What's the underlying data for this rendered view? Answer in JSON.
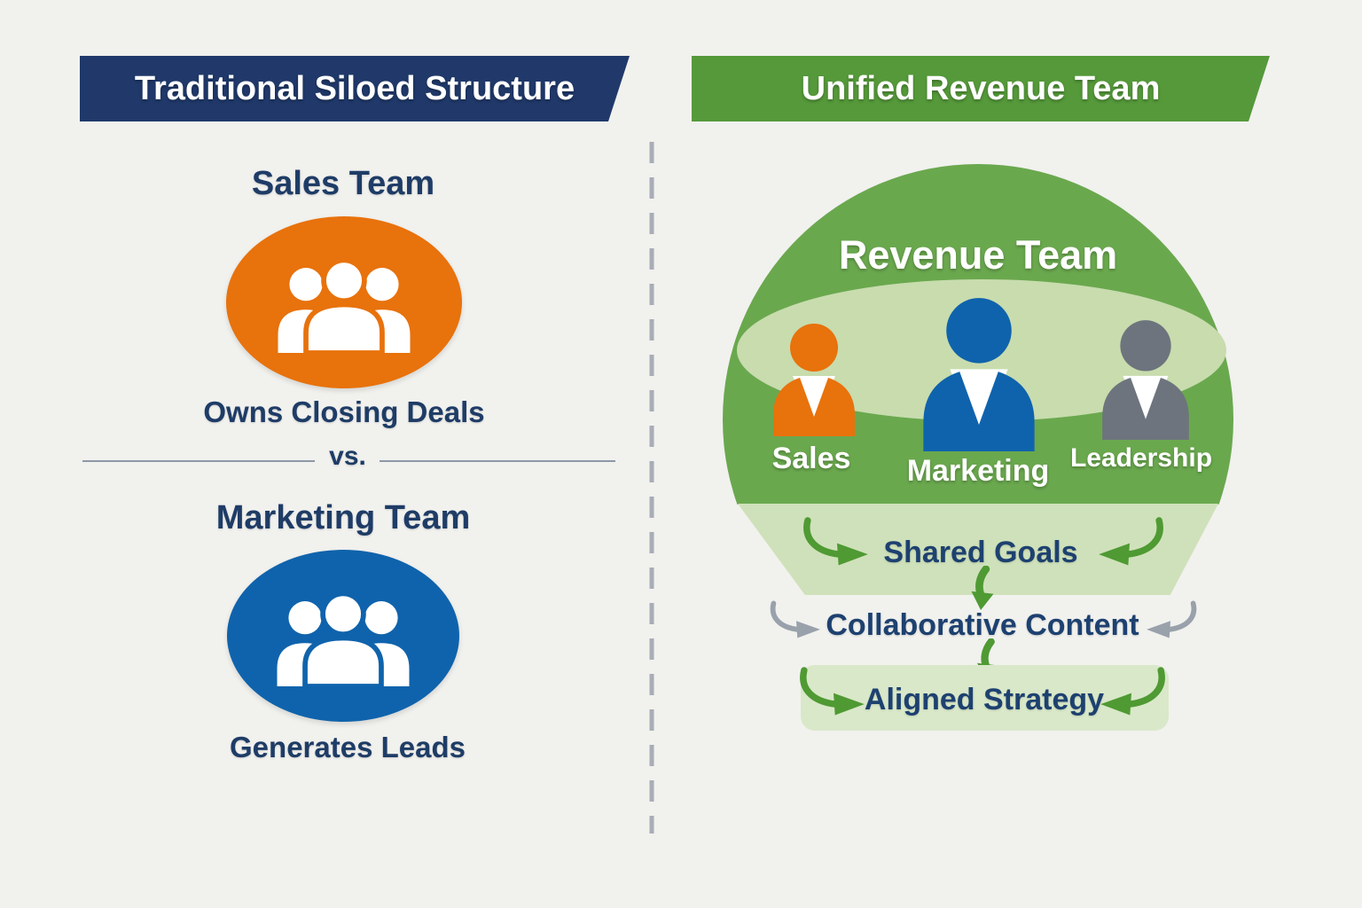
{
  "left_panel": {
    "banner_label": "Traditional Siloed Structure",
    "sales": {
      "title": "Sales Team",
      "caption": "Owns Closing Deals"
    },
    "vs_label": "vs.",
    "marketing": {
      "title": "Marketing Team",
      "caption": "Generates Leads"
    }
  },
  "right_panel": {
    "banner_label": "Unified Revenue Team",
    "circle_title": "Revenue Team",
    "members": [
      {
        "label": "Sales",
        "color": "#e8720c"
      },
      {
        "label": "Marketing",
        "color": "#0f63ac"
      },
      {
        "label": "Leadership",
        "color": "#6d747d"
      }
    ],
    "flow_steps": [
      {
        "label": "Shared Goals",
        "arrow_color": "#4f9a33"
      },
      {
        "label": "Collaborative Content",
        "arrow_color": "#99a1ab"
      },
      {
        "label": "Aligned Strategy",
        "arrow_color": "#4f9a33"
      }
    ]
  },
  "icons": {
    "team_group_icon": "three-person-group",
    "person_icon": "person-bust",
    "curved_arrow_icon": "curved-swoosh-arrow",
    "down_arrow_icon": "curved-down-arrow",
    "divider": "vertical-dashed-line"
  },
  "colors": {
    "background": "#f1f1ee",
    "navy_banner": "#20396a",
    "navy_text": "#1e3c66",
    "green_banner": "#55993a",
    "circle_green": "#6aa84e",
    "light_green_ellipse": "#c8dcae",
    "light_green_bowl": "#cfe1ba",
    "aligned_box_green": "#d9e8c9",
    "sales_orange": "#e8720c",
    "marketing_blue": "#0f63ac",
    "leadership_gray": "#6d747d",
    "green_arrow": "#4f9a33",
    "gray_arrow": "#99a1ab"
  }
}
